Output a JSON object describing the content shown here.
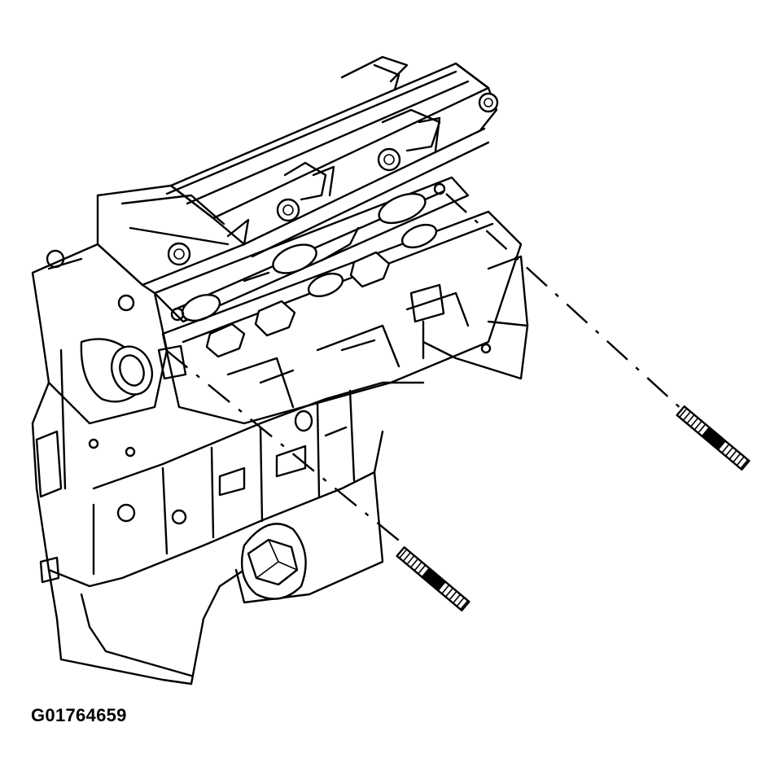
{
  "figure": {
    "id_label": "G01764659"
  },
  "colors": {
    "ink": "#000000",
    "paper": "#ffffff"
  },
  "parts": [
    {
      "name": "exhaust-manifold-stud",
      "count": 2
    }
  ]
}
